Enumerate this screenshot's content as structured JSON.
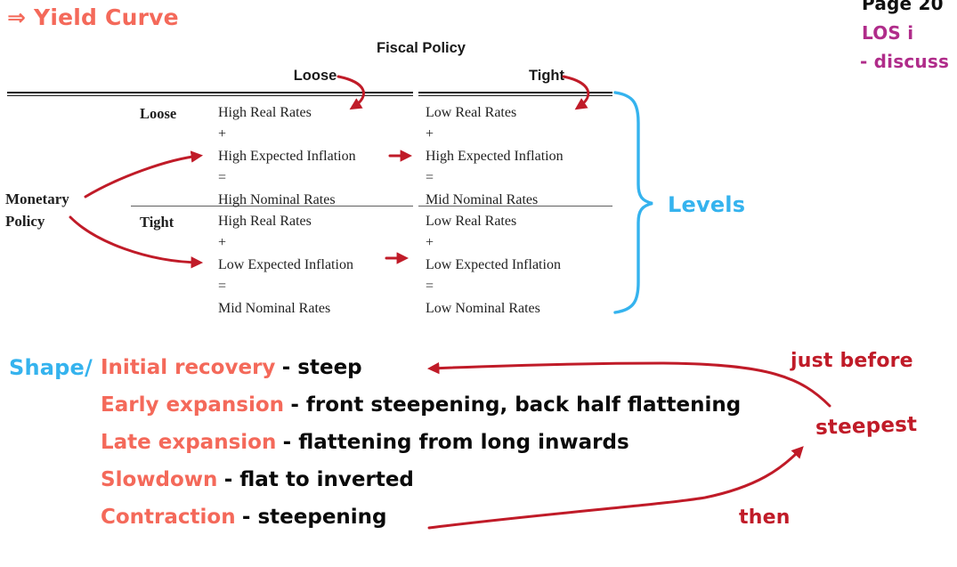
{
  "page": {
    "title": "⇒ Yield Curve",
    "page_number": "Page 20",
    "los_label": "LOS i",
    "los_note": "- discuss"
  },
  "table": {
    "title": "Fiscal Policy",
    "row_group_label": {
      "line1": "Monetary",
      "line2": "Policy"
    },
    "col_headers": [
      "Loose",
      "Tight"
    ],
    "row_headers": [
      "Loose",
      "Tight"
    ],
    "cells": {
      "monetary_loose_fiscal_loose": [
        "High Real Rates",
        "+",
        "High Expected Inflation",
        "=",
        "High Nominal Rates"
      ],
      "monetary_loose_fiscal_tight": [
        "Low Real Rates",
        "+",
        "High Expected Inflation",
        "=",
        "Mid Nominal Rates"
      ],
      "monetary_tight_fiscal_loose": [
        "High Real Rates",
        "+",
        "Low Expected Inflation",
        "=",
        "Mid Nominal Rates"
      ],
      "monetary_tight_fiscal_tight": [
        "Low Real Rates",
        "+",
        "Low Expected Inflation",
        "=",
        "Low Nominal Rates"
      ]
    },
    "brace_label": "Levels"
  },
  "shape": {
    "label": "Shape/",
    "items": [
      {
        "term": "Initial recovery",
        "desc": "- steep"
      },
      {
        "term": "Early expansion",
        "desc": "- front steepening, back half flattening"
      },
      {
        "term": "Late expansion",
        "desc": "- flattening from long inwards"
      },
      {
        "term": "Slowdown",
        "desc": "- flat to inverted"
      },
      {
        "term": "Contraction",
        "desc": "- steepening"
      }
    ]
  },
  "annotations": {
    "just_before": "just before",
    "steepest": "steepest",
    "then": "then"
  },
  "icons": {
    "right_double_arrow": "⇒",
    "red_arrow": "curved red annotation arrow",
    "blue_brace": "curly brace grouping table rows"
  },
  "colors": {
    "coral_accent": "#f4695a",
    "blue_accent": "#35b3ee",
    "magenta_accent": "#b02c8a",
    "dark_red_ink": "#c01b28",
    "table_text": "#1f1f1f"
  }
}
